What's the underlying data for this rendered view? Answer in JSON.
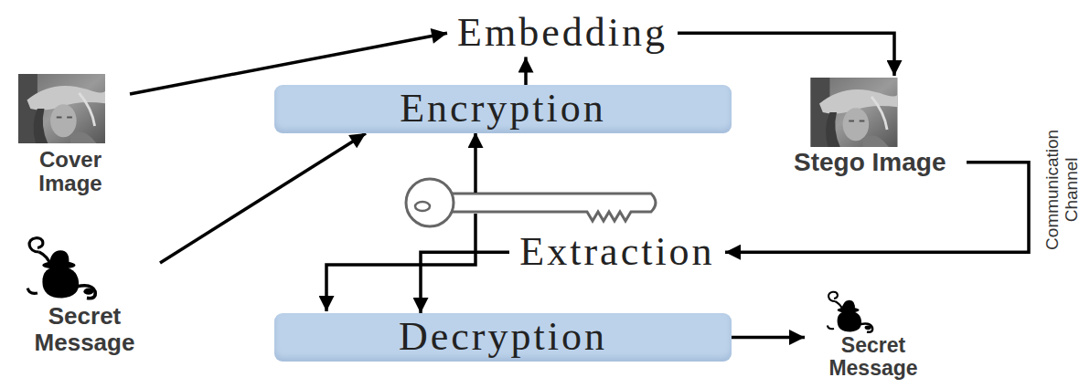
{
  "diagram": {
    "nodes": [
      {
        "text": [
          "Embedding"
        ]
      },
      {
        "text": [
          "Cover Image"
        ]
      },
      {
        "text": [
          "Encryption"
        ]
      },
      {
        "text": [
          "Stego Image"
        ]
      },
      {
        "text": [
          "Secret Message"
        ]
      },
      {
        "text": [
          "Extraction"
        ]
      },
      {
        "text": [
          "Secret Message"
        ]
      },
      {
        "text": [
          "Decryption"
        ]
      }
    ],
    "edges": [
      {
        "from": 1,
        "to": 0,
        "arrow": "to"
      },
      {
        "from": 2,
        "to": 0,
        "arrow": "to"
      },
      {
        "from": 4,
        "to": 2,
        "arrow": "to"
      },
      {
        "from": 0,
        "to": 3,
        "arrow": "to"
      },
      {
        "from": 3,
        "to": 5,
        "arrow": "to",
        "label": "Communication Channel"
      },
      {
        "from": 5,
        "to": 7,
        "arrow": "to"
      },
      {
        "from": 7,
        "to": 6,
        "arrow": "to"
      }
    ]
  }
}
